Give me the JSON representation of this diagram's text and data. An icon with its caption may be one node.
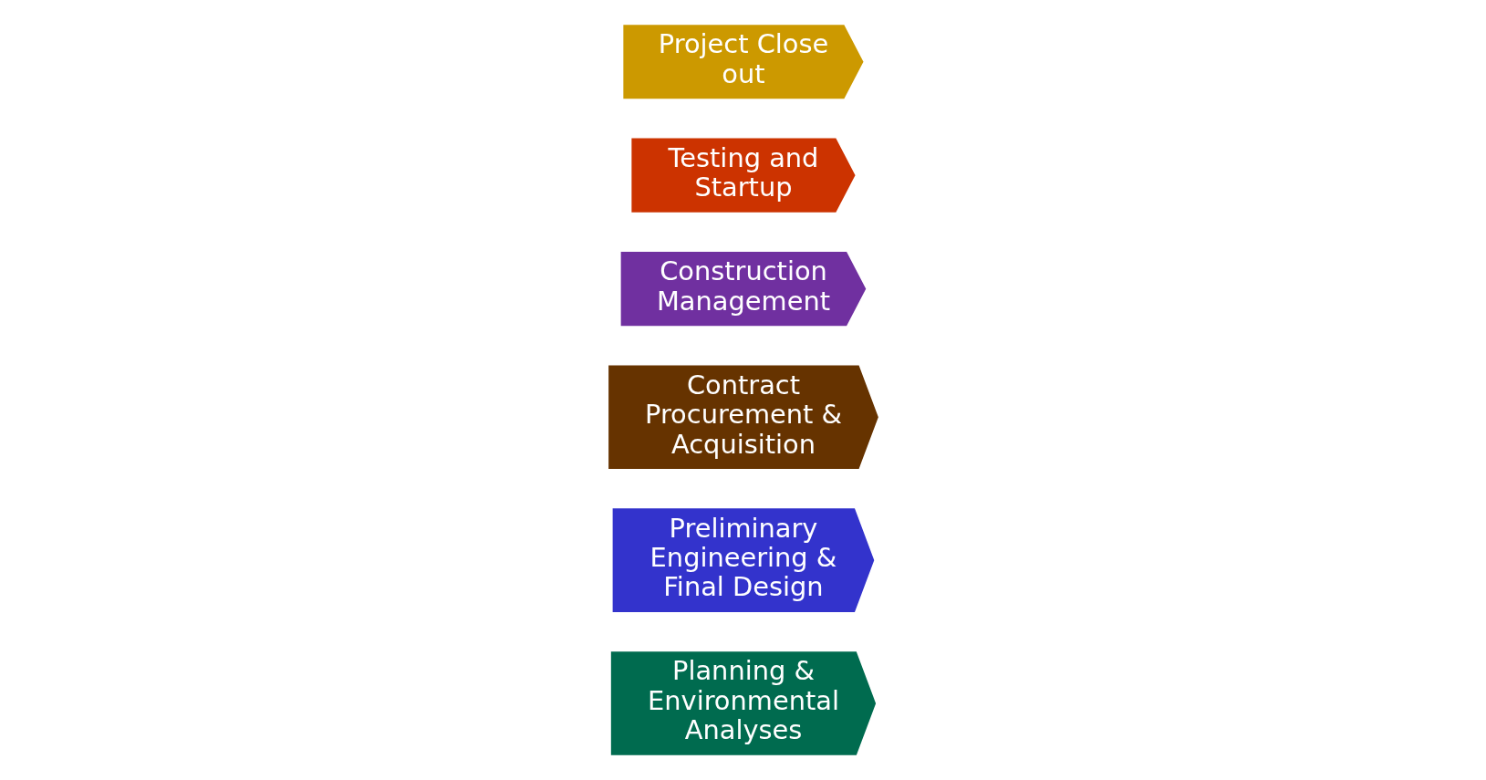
{
  "diagram": {
    "nodes": [
      {
        "text": [
          "Planning & Environmental Analyses"
        ]
      },
      {
        "text": [
          "Preliminary Engineering & Final Design"
        ]
      },
      {
        "text": [
          "Contract Procurement & Acquisition"
        ]
      },
      {
        "text": [
          "Construction Management"
        ]
      },
      {
        "text": [
          "Testing and Startup"
        ]
      },
      {
        "text": [
          "Project Close out"
        ]
      }
    ]
  }
}
